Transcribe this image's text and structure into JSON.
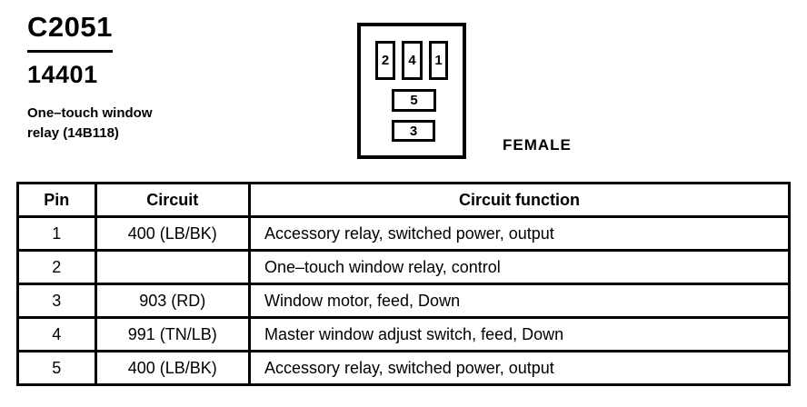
{
  "header": {
    "connector_id": "C2051",
    "part_number": "14401",
    "description_line1": "One–touch window",
    "description_line2": "relay (14B118)"
  },
  "connector_diagram": {
    "gender_label": "FEMALE",
    "cavity_top_left": "2",
    "cavity_top_middle": "4",
    "cavity_top_right": "1",
    "cavity_middle": "5",
    "cavity_bottom": "3"
  },
  "table": {
    "columns": {
      "pin": "Pin",
      "circuit": "Circuit",
      "function": "Circuit function"
    },
    "rows": [
      {
        "pin": "1",
        "circuit": "400 (LB/BK)",
        "function": "Accessory relay, switched power, output"
      },
      {
        "pin": "2",
        "circuit": "",
        "function": "One–touch window relay, control"
      },
      {
        "pin": "3",
        "circuit": "903 (RD)",
        "function": "Window motor, feed, Down"
      },
      {
        "pin": "4",
        "circuit": "991 (TN/LB)",
        "function": "Master window adjust switch, feed, Down"
      },
      {
        "pin": "5",
        "circuit": "400 (LB/BK)",
        "function": "Accessory relay, switched power, output"
      }
    ]
  },
  "colors": {
    "ink": "#000000",
    "background": "#ffffff"
  }
}
